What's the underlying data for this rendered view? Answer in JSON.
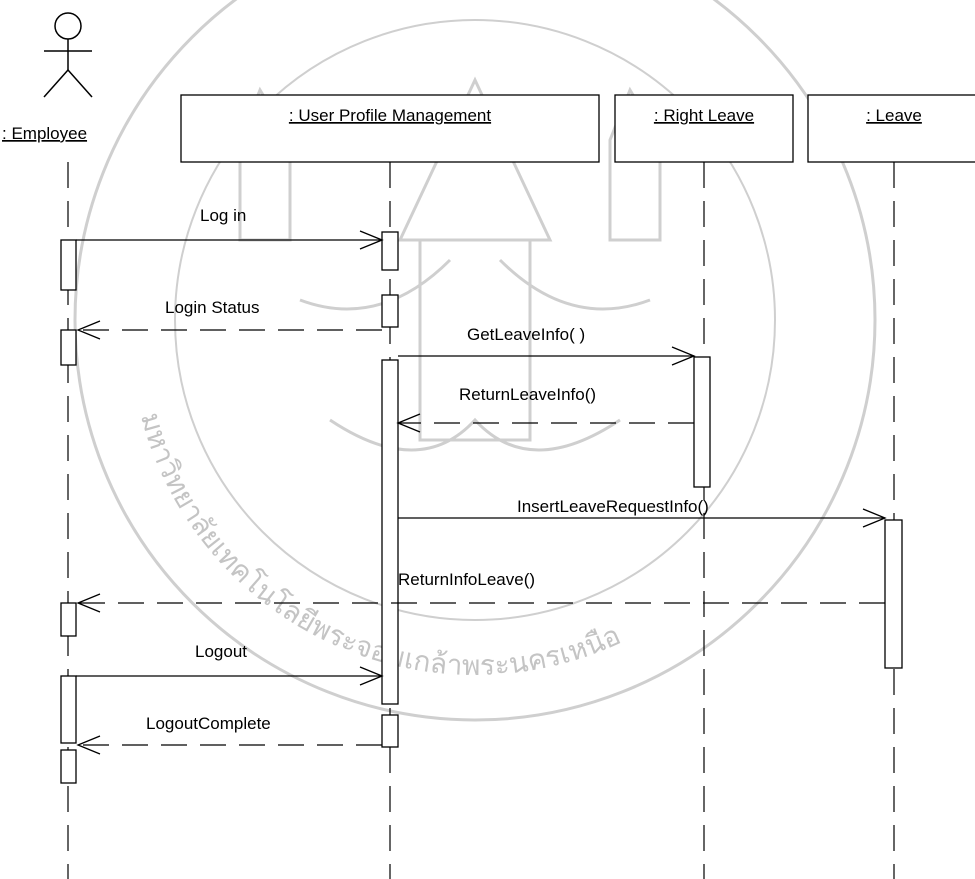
{
  "actor": {
    "label": ": Employee"
  },
  "objects": [
    {
      "label": ": User Profile Management"
    },
    {
      "label": ": Right Leave"
    },
    {
      "label": ": Leave"
    }
  ],
  "messages": [
    {
      "label": "Log in",
      "kind": "call"
    },
    {
      "label": "Login Status",
      "kind": "return"
    },
    {
      "label": "GetLeaveInfo( )",
      "kind": "call"
    },
    {
      "label": "ReturnLeaveInfo()",
      "kind": "return"
    },
    {
      "label": "InsertLeaveRequestInfo()",
      "kind": "call"
    },
    {
      "label": "ReturnInfoLeave()",
      "kind": "return"
    },
    {
      "label": "Logout",
      "kind": "call"
    },
    {
      "label": "LogoutComplete",
      "kind": "return"
    }
  ],
  "watermark": {
    "text": "มหาวิทยาลัยเทคโนโลยีพระจอมเกล้าพระนครเหนือ"
  }
}
